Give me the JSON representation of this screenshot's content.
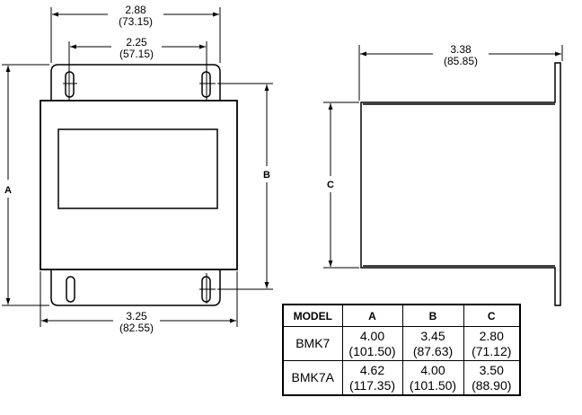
{
  "front_view": {
    "top_overall": {
      "imperial": "2.88",
      "metric": "(73.15)"
    },
    "top_slots": {
      "imperial": "2.25",
      "metric": "(57.15)"
    },
    "bottom_width": {
      "imperial": "3.25",
      "metric": "(82.55)"
    },
    "height_label": "A",
    "inner_height_label": "B"
  },
  "side_view": {
    "depth": {
      "imperial": "3.38",
      "metric": "(85.85)"
    },
    "height_label": "C"
  },
  "table": {
    "headers": [
      "MODEL",
      "A",
      "B",
      "C"
    ],
    "rows": [
      {
        "model": "BMK7",
        "a": {
          "in": "4.00",
          "mm": "(101.50)"
        },
        "b": {
          "in": "3.45",
          "mm": "(87.63)"
        },
        "c": {
          "in": "2.80",
          "mm": "(71.12)"
        }
      },
      {
        "model": "BMK7A",
        "a": {
          "in": "4.62",
          "mm": "(117.35)"
        },
        "b": {
          "in": "4.00",
          "mm": "(101.50)"
        },
        "c": {
          "in": "3.50",
          "mm": "(88.90)"
        }
      }
    ]
  }
}
